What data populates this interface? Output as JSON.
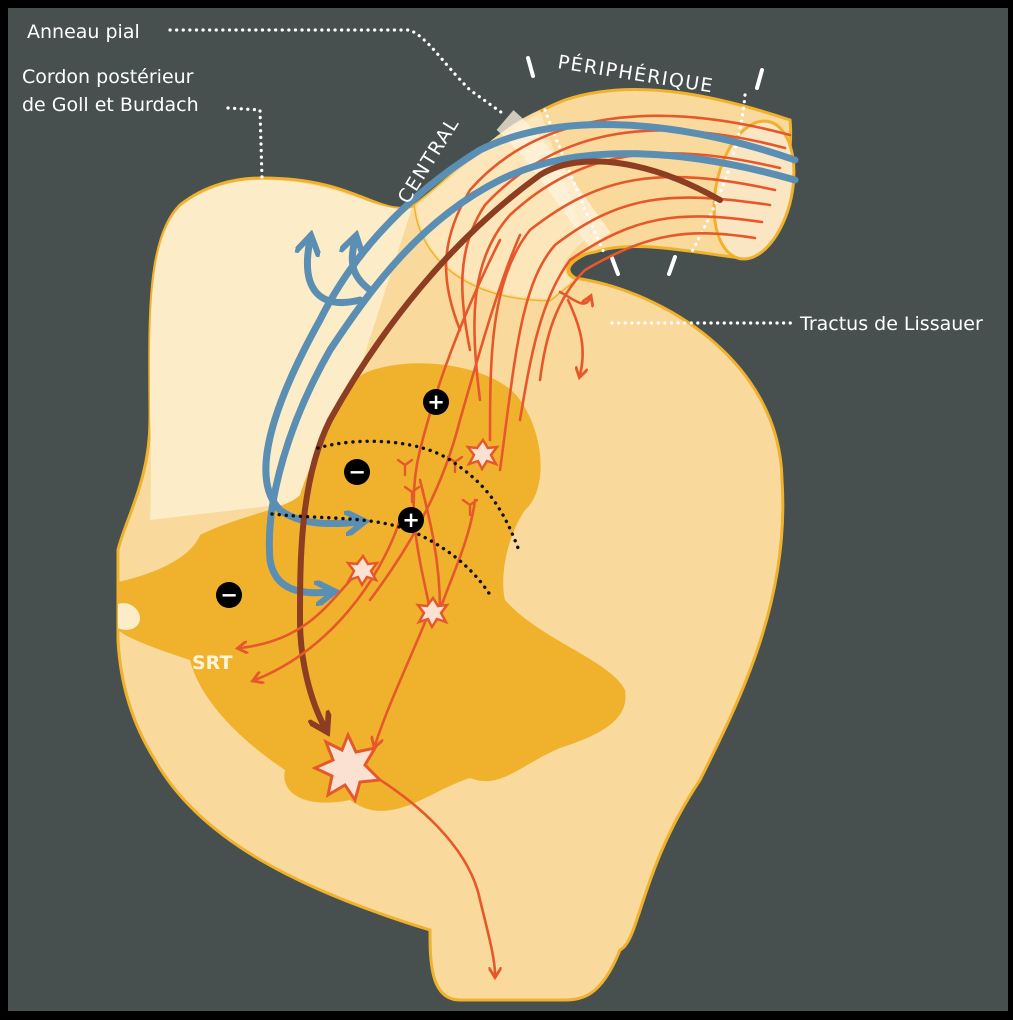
{
  "labels": {
    "anneau_pial": "Anneau pial",
    "cordon_line1": "Cordon postérieur",
    "cordon_line2": "de Goll et Burdach",
    "tractus": "Tractus de Lissauer",
    "central": "CENTRAL",
    "peripherique": "PÉRIPHÉRIQUE",
    "srt": "SRT"
  },
  "signs": {
    "plus": "+",
    "minus": "−"
  },
  "colors": {
    "background": "#47504f",
    "white_matter": "#fad99c",
    "white_matter_light": "#fdecc8",
    "grey_matter": "#f0b22c",
    "fiber_fine": "#e5582c",
    "fiber_large": "#5b8eb3",
    "fiber_descending": "#8c3d22",
    "neuron": "#fbe1d2"
  }
}
